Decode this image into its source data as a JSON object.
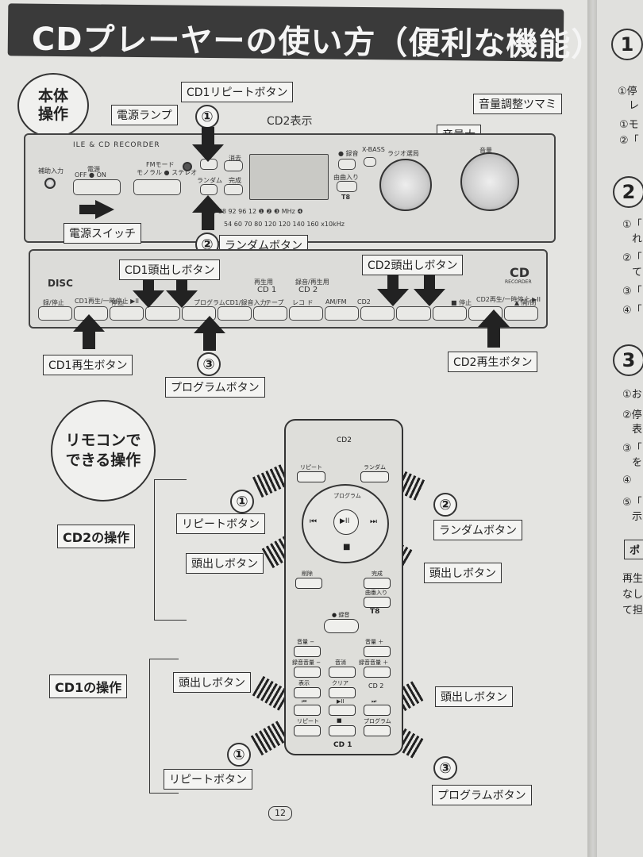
{
  "title": "CDプレーヤーの使い方（便利な機能）",
  "section_main": "本体\n操作",
  "section_remote": "リモコンで\nできる操作",
  "labels": {
    "cd1_repeat": "CD1リピートボタン",
    "power_lamp": "電源ランプ",
    "cd2_display": "CD2表示",
    "volume_knob": "音量調整ツマミ",
    "volume_up": "音量大",
    "power_switch": "電源スイッチ",
    "random": "ランダムボタン",
    "cd1_skip": "CD1頭出しボタン",
    "cd2_skip": "CD2頭出しボタン",
    "cd1_play": "CD1再生ボタン",
    "program": "プログラムボタン",
    "cd2_play": "CD2再生ボタン",
    "cd2_ops": "CD2の操作",
    "cd1_ops": "CD1の操作",
    "repeat_btn": "リピートボタン",
    "skip_btn": "頭出しボタン",
    "random_btn": "ランダムボタン",
    "program_btn": "プログラムボタン"
  },
  "numbers": {
    "one": "①",
    "two": "②",
    "three": "③"
  },
  "device": {
    "brand": "ILE & CD RECORDER",
    "input": "補助入力",
    "power": "電源",
    "off_on": "OFF ● ON",
    "fm_mode": "FMモード",
    "mono_stereo": "モノラル ● ステレオ",
    "delete": "消去",
    "random": "ランダム",
    "finalize": "完成",
    "record": "● 録音",
    "record_sub": "X-BASS",
    "radio": "ラジオ選局",
    "aux": "由曲入り",
    "t8": "T8",
    "volume": "音量",
    "cd_logo": "CD",
    "recorder": "RECORDER",
    "disc": "DISC",
    "play_cd1": "再生用",
    "cd1": "CD 1",
    "rec_play": "録音/再生用",
    "cd2": "CD 2",
    "bottom_row": [
      "録/停止",
      "CD1再生/一時停止 ▶II",
      "停止",
      "",
      "プログラム",
      "CD1/録音入力",
      "テープ",
      "レコ ド",
      "AM/FM",
      "CD2",
      "",
      "■ 停止",
      "CD2再生/一時停止 ▶II",
      "▲ 開/閉"
    ],
    "scale": "76  88 92  96    12  ❶  ❷        ❸  MHz ❹",
    "scale2": "54  60    70   80    120   120   140  160 x10kHz"
  },
  "remote": {
    "cd2": "CD2",
    "repeat": "リピート",
    "random": "ランダム",
    "program": "プログラム",
    "prev": "⏮",
    "playpause": "▶II",
    "next": "⏭",
    "stop": "■",
    "delete": "削除",
    "finalize": "完成",
    "aux": "曲番入り",
    "t8": "T8",
    "record": "● 録音",
    "vol_down": "音量 −",
    "vol_up": "音量 ＋",
    "rec_vol_down": "録音音量 −",
    "mute": "音消",
    "rec_vol_up": "録音音量 ＋",
    "display": "表示",
    "clear": "クリア",
    "cd2b": "CD 2",
    "cd1": "CD 1",
    "repeat_b": "リピート",
    "program_b": "プログラム"
  },
  "page_number": "12",
  "right_page": {
    "circle1": "1",
    "line1": "①停",
    "line1b": "レ",
    "line2": "①モ",
    "line3": "②「",
    "circle2": "2",
    "line4": "①「",
    "line4b": "れ",
    "line5": "②「",
    "line5b": "て",
    "line6": "③「",
    "line7": "④「",
    "circle3": "3",
    "line8": "①お",
    "line9": "②停",
    "line9b": "表",
    "line10": "③「",
    "line10b": "を",
    "line11": "④",
    "line12": "⑤「",
    "line12b": "示",
    "box": "ポ",
    "line13": "再生",
    "line14": "なし",
    "line15": "て担"
  }
}
